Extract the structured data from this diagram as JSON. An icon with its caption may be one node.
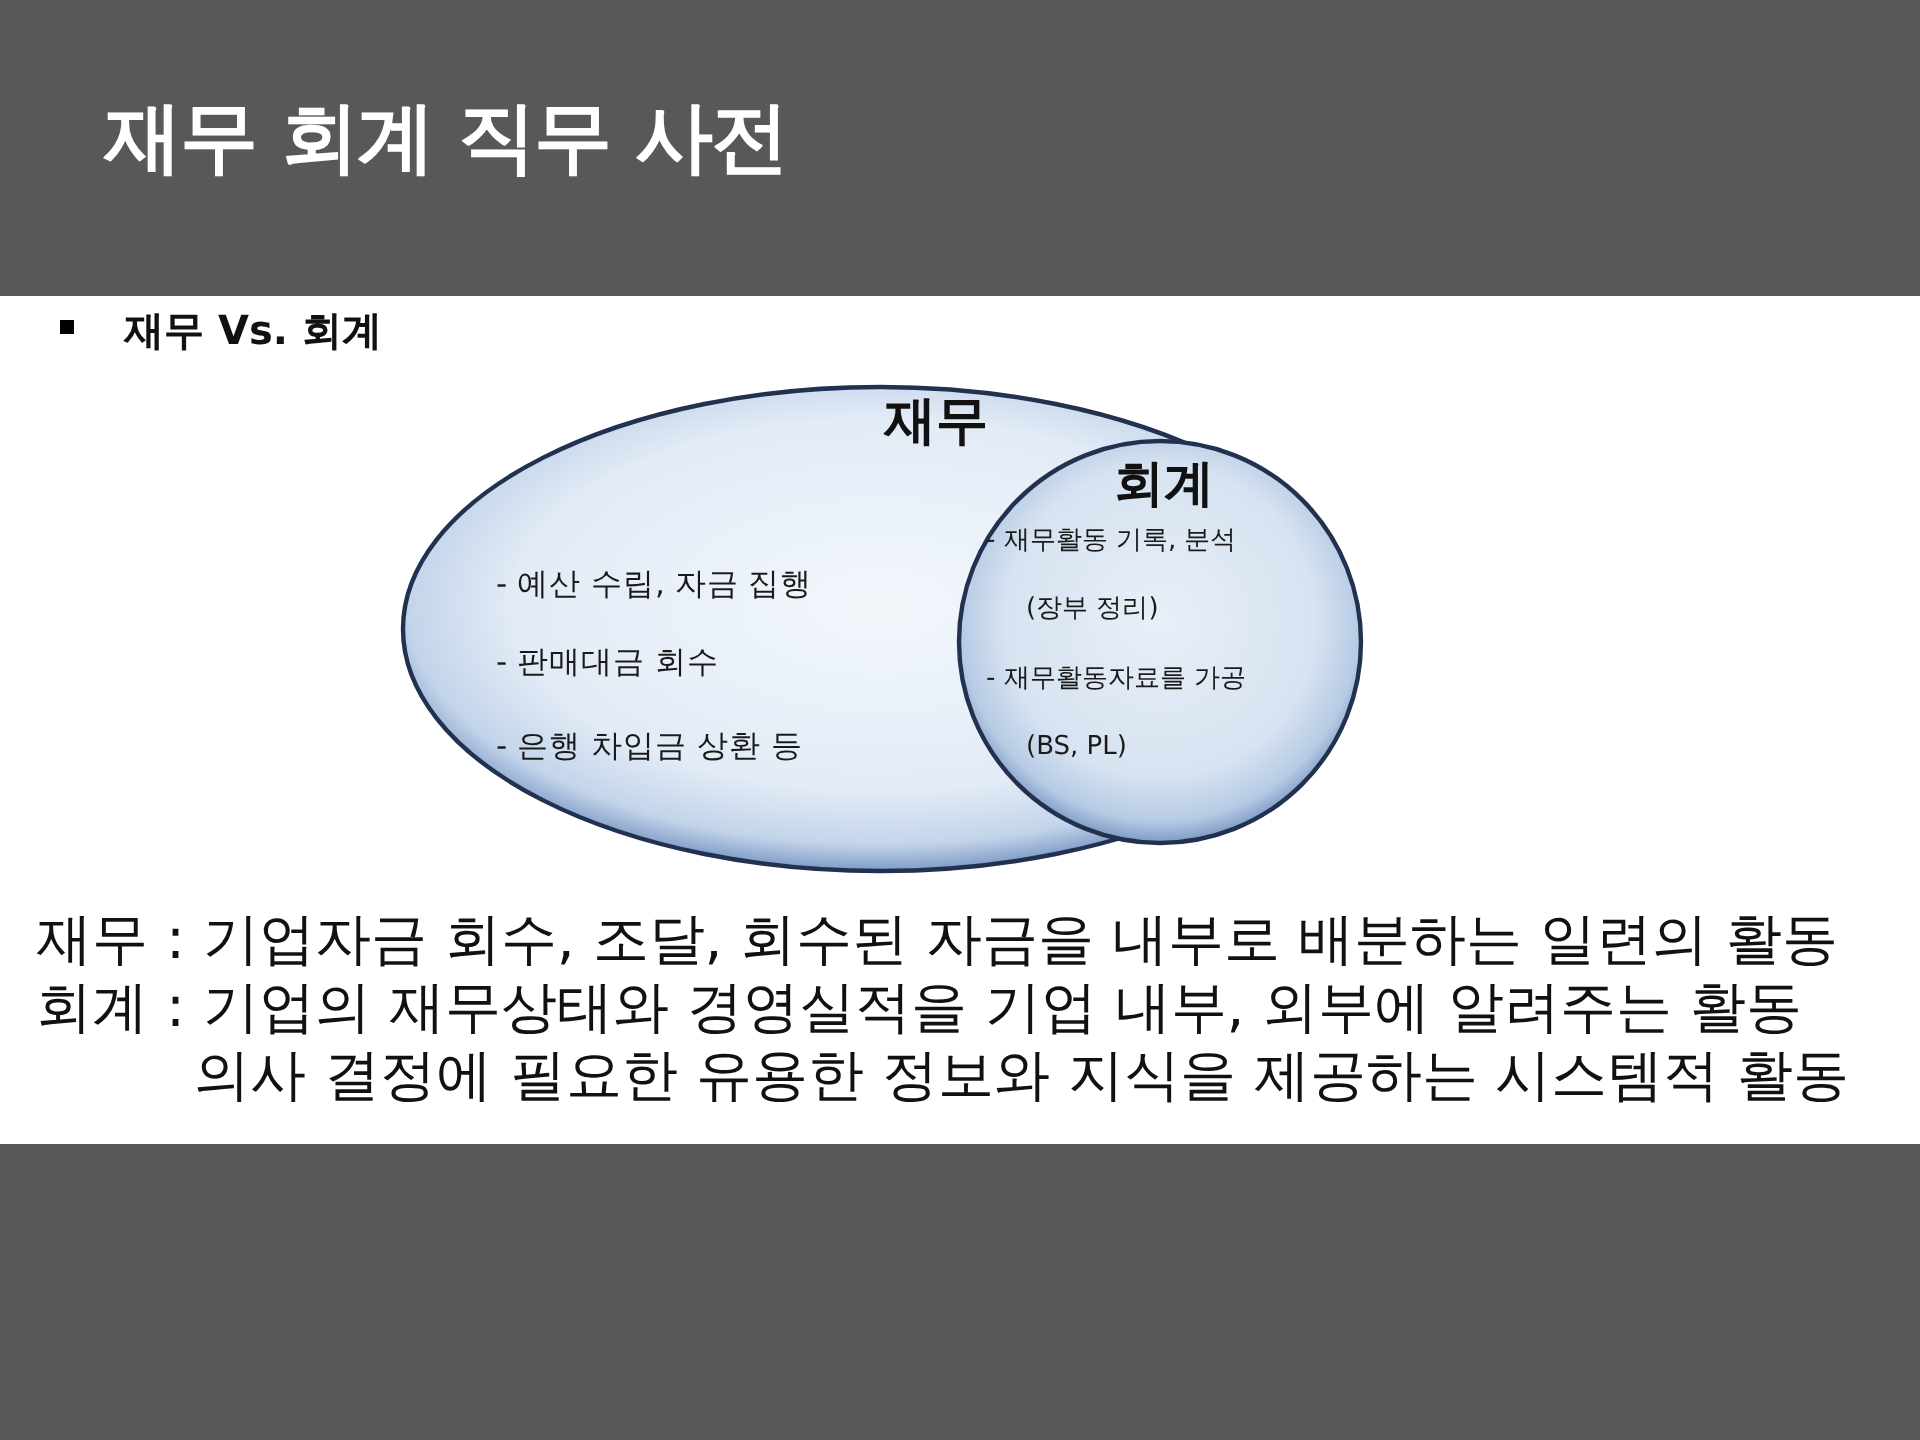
{
  "diagram": {
    "title": "재무 회계 직무 사전",
    "nodes": [
      {
        "text": [
          "재무",
          "- 예산 수립, 자금 집행",
          "- 판매대금 회수",
          "- 은행 차입금 상환 등"
        ]
      },
      {
        "text": [
          "회계",
          "- 재무활동 기록, 분석 (장부 정리)",
          "- 재무활동자료를 가공 (BS, PL)"
        ],
        "in": 0
      }
    ],
    "labels": [
      "재무 Vs. 회계",
      "재무 : 기업자금 회수, 조달, 회수된 자금을 내부로 배분하는 일련의 활동",
      "회계 : 기업의 재무상태와 경영실적을 기업 내부, 외부에 알려주는 활동",
      "의사 결정에 필요한 유용한 정보와 지식을 제공하는 시스템적 활동"
    ]
  }
}
